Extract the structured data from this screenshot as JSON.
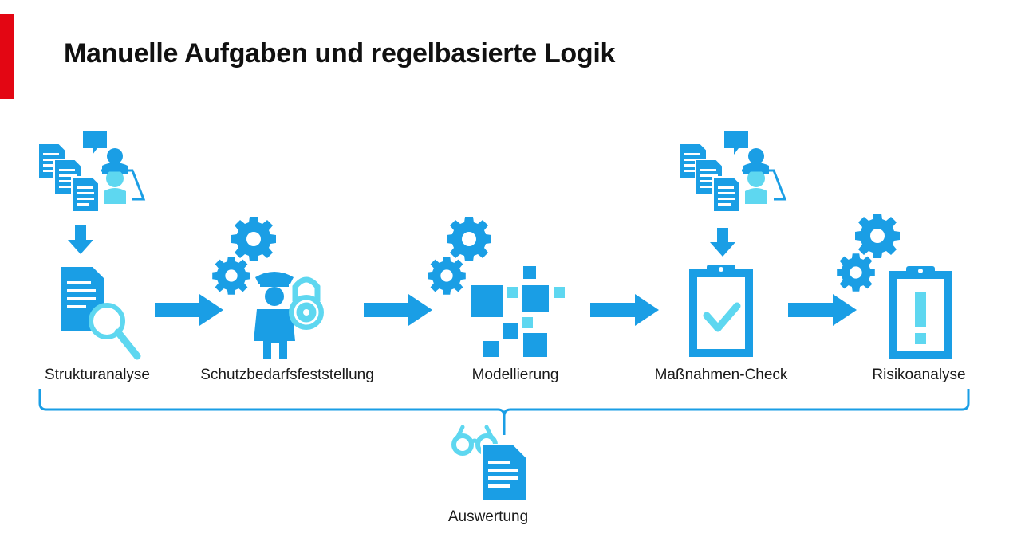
{
  "title": "Manuelle Aufgaben und regelbasierte Logik",
  "colors": {
    "accent": "#e30613",
    "primary": "#1a9ee5",
    "light": "#5ed7f0",
    "text": "#1a1a1a"
  },
  "steps": [
    {
      "label": "Strukturanalyse",
      "icon": "document-search-icon",
      "input": "documents-person-icon"
    },
    {
      "label": "Schutzbedarfsfeststellung",
      "icon": "security-guard-lock-icon"
    },
    {
      "label": "Modellierung",
      "icon": "blocks-model-icon"
    },
    {
      "label": "Maßnahmen-Check",
      "icon": "clipboard-check-icon",
      "input": "documents-person-icon"
    },
    {
      "label": "Risikoanalyse",
      "icon": "clipboard-alert-icon"
    }
  ],
  "result": {
    "label": "Auswertung",
    "icon": "glasses-document-icon"
  }
}
